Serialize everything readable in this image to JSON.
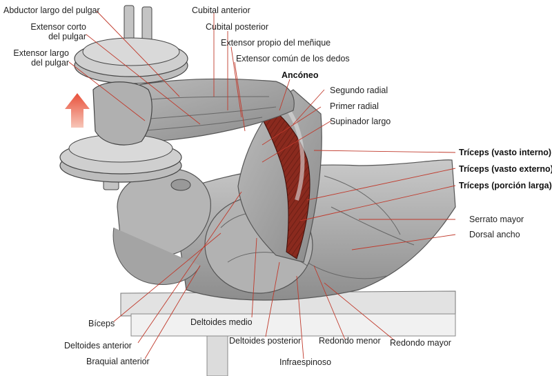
{
  "labels": {
    "abductor_largo": "Abductor largo del pulgar",
    "extensor_corto_1": "Extensor corto",
    "extensor_corto_2": "del pulgar",
    "extensor_largo_1": "Extensor largo",
    "extensor_largo_2": "del pulgar",
    "cubital_anterior": "Cubital anterior",
    "cubital_posterior": "Cubital posterior",
    "extensor_propio": "Extensor propio del meñique",
    "extensor_comun": "Extensor común de los dedos",
    "anconeo": "Ancóneo",
    "segundo_radial": "Segundo radial",
    "primer_radial": "Primer radial",
    "supinador_largo": "Supinador largo",
    "triceps_interno": "Tríceps (vasto interno)",
    "triceps_externo": "Tríceps (vasto externo)",
    "triceps_larga": "Tríceps (porción larga)",
    "serrato_mayor": "Serrato mayor",
    "dorsal_ancho": "Dorsal ancho",
    "biceps": "Bíceps",
    "deltoides_anterior": "Deltoides anterior",
    "braquial_anterior": "Braquial anterior",
    "deltoides_medio": "Deltoides medio",
    "deltoides_posterior": "Deltoides posterior",
    "infraespinoso": "Infraespinoso",
    "redondo_menor": "Redondo menor",
    "redondo_mayor": "Redondo mayor"
  },
  "colors": {
    "arrow": "#e8503a",
    "muscle_highlight": "#8a2a1e",
    "leader_line": "#c0392b",
    "figure": "#9a9a9a"
  },
  "icons": {
    "motion_arrow": "up-arrow-icon"
  }
}
